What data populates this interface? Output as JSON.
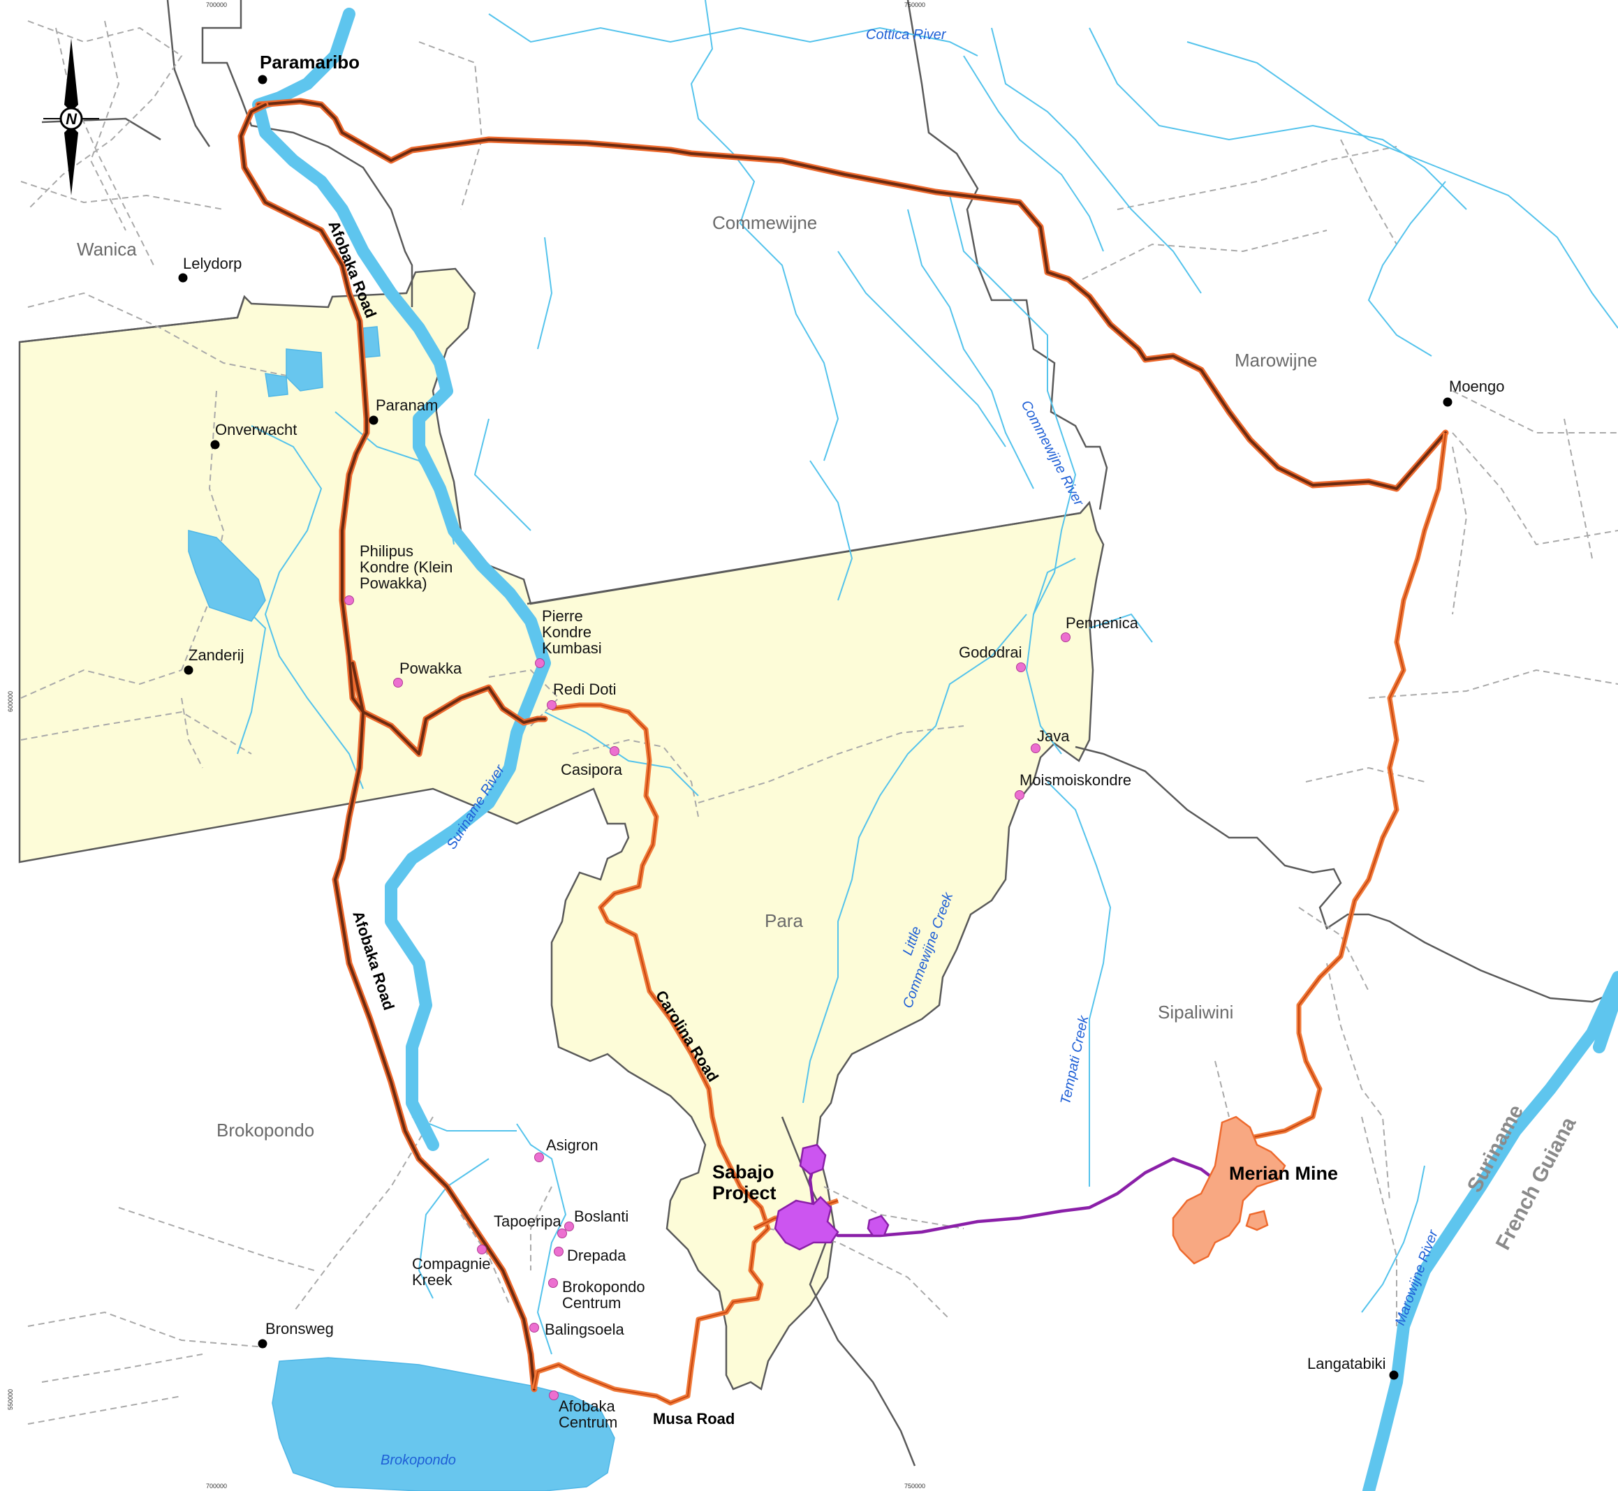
{
  "map": {
    "grid_labels": {
      "top": [
        "700000",
        "750000"
      ],
      "bottom": [
        "700000",
        "750000"
      ],
      "left": [
        "600000",
        "550000"
      ]
    },
    "north_arrow": {
      "letter": "N",
      "icon": "north-arrow-icon"
    },
    "towns_major": [
      {
        "name": "Paramaribo"
      }
    ],
    "towns": [
      {
        "name": "Lelydorp"
      },
      {
        "name": "Paranam"
      },
      {
        "name": "Onverwacht"
      },
      {
        "name": "Zanderij"
      },
      {
        "name": "Moengo"
      },
      {
        "name": "Bronsweg"
      },
      {
        "name": "Langatabiki"
      }
    ],
    "villages": [
      {
        "name": "Philipus Kondre (Klein Powakka)",
        "lines": [
          "Philipus",
          "Kondre (Klein",
          "Powakka)"
        ]
      },
      {
        "name": "Powakka"
      },
      {
        "name": "Pierre Kondre Kumbasi",
        "lines": [
          "Pierre",
          "Kondre",
          "Kumbasi"
        ]
      },
      {
        "name": "Redi Doti"
      },
      {
        "name": "Casipora"
      },
      {
        "name": "Gododrai"
      },
      {
        "name": "Pennenica"
      },
      {
        "name": "Java"
      },
      {
        "name": "Moismoiskondre"
      },
      {
        "name": "Asigron"
      },
      {
        "name": "Tapoeripa"
      },
      {
        "name": "Boslanti"
      },
      {
        "name": "Drepada"
      },
      {
        "name": "Brokopondo Centrum",
        "lines": [
          "Brokopondo",
          "Centrum"
        ]
      },
      {
        "name": "Balingsoela"
      },
      {
        "name": "Compagnie Kreek",
        "lines": [
          "Compagnie",
          "Kreek"
        ]
      },
      {
        "name": "Afobaka Centrum",
        "lines": [
          "Afobaka",
          "Centrum"
        ]
      }
    ],
    "districts": [
      "Commewijne",
      "Wanica",
      "Marowijne",
      "Para",
      "Sipaliwini",
      "Brokopondo"
    ],
    "rivers": [
      "Cottica River",
      "Commewijne River",
      "Suriname River",
      "Little Commewijne Creek",
      "Tempati Creek",
      "Marowijne River",
      "Brokopondo"
    ],
    "roads": [
      "Afobaka Road",
      "Afobaka Road",
      "Carolina Road",
      "Musa Road"
    ],
    "projects": [
      {
        "name": "Sabajo Project",
        "lines": [
          "Sabajo",
          "Project"
        ]
      },
      {
        "name": "Merian Mine"
      }
    ],
    "countries": [
      "Suriname",
      "French Guiana"
    ],
    "colors": {
      "para_fill": "#fdfcd8",
      "water": "#68c6ee",
      "main_road": "#6b2a10",
      "secondary_road": "#ee6a2e",
      "haul_road": "#8a1fa8",
      "sabajo": "#cc55f0",
      "merian": "#f8a882",
      "village_marker": "#ec6fd0",
      "town_marker": "#000000"
    }
  }
}
